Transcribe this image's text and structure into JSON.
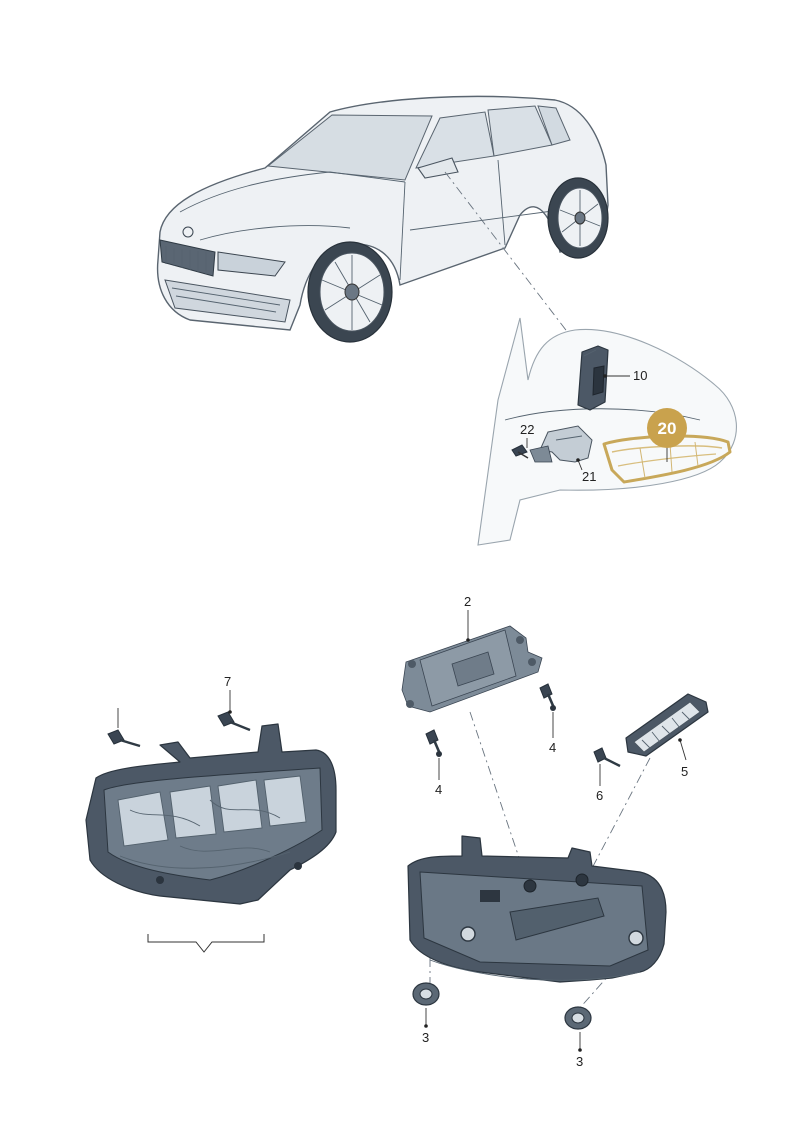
{
  "labels": {
    "p2": "2",
    "p3a": "3",
    "p3b": "3",
    "p4a": "4",
    "p4b": "4",
    "p5": "5",
    "p6": "6",
    "p7": "7",
    "p10": "10",
    "p20": "20",
    "p21": "21",
    "p22": "22"
  },
  "colors": {
    "highlight": "#c8a85a",
    "badge": "#c9a24d",
    "part_dark": "#4c5866",
    "car_body": "#e6ebef"
  },
  "icons": {
    "car": "vehicle-illustration",
    "mirror": "side-mirror-detail",
    "fog_lamp": "fog-lamp-housing",
    "tail_lamp": "tail-lamp-housing"
  }
}
